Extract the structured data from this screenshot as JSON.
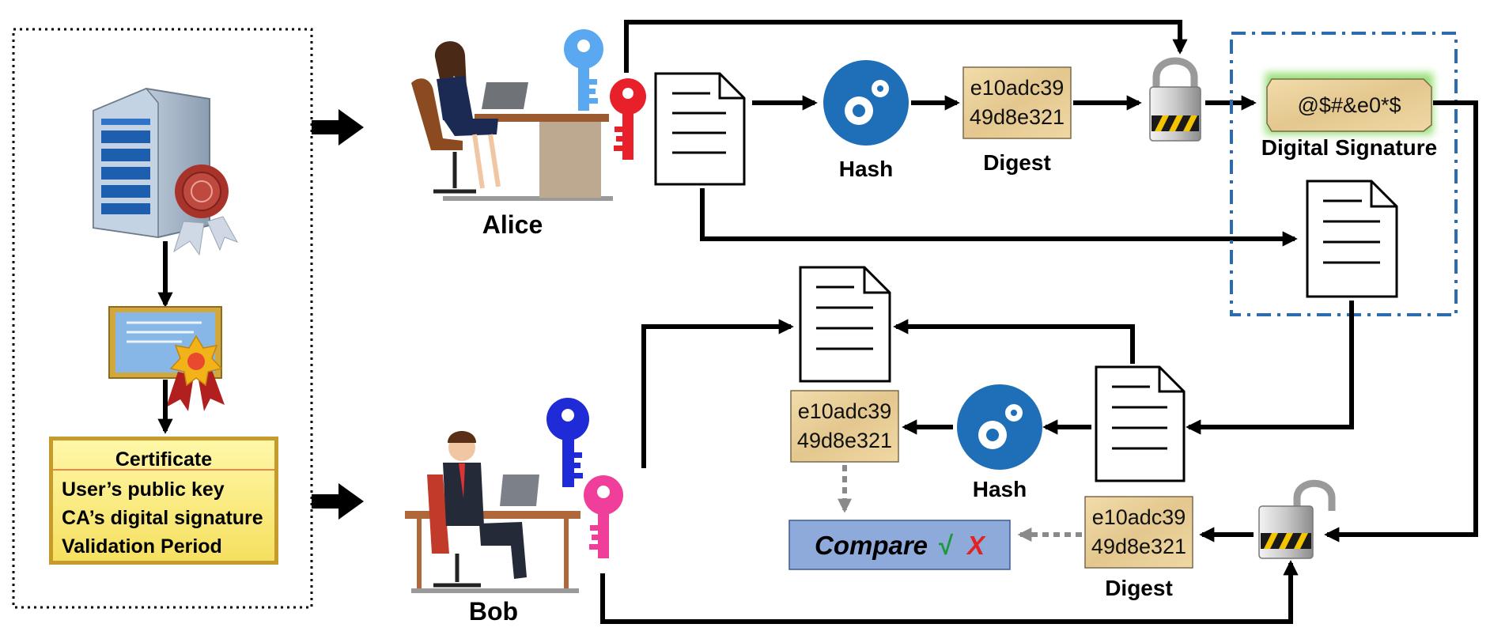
{
  "colors": {
    "arrow": "#000000",
    "dashed_border": "#2b6cb0",
    "parchment": "#e8cf9a",
    "signature_glow": "#7ed957",
    "hash_circle": "#1f6fb8",
    "compare_box": "#8eaadb",
    "certificate_fill": "#fff08a",
    "check": "#1a9a3a",
    "cross": "#e32222",
    "key_light_blue": "#5aa9f0",
    "key_red": "#e8202a",
    "key_dark_blue": "#1f2bd6",
    "key_pink": "#ef3f9a"
  },
  "certificate": {
    "title": "Certificate",
    "lines": [
      "User’s public key",
      "CA’s digital signature",
      "Validation Period"
    ]
  },
  "alice": {
    "name": "Alice"
  },
  "bob": {
    "name": "Bob"
  },
  "top": {
    "hash_label": "Hash",
    "digest_label": "Digest",
    "digest_line1": "e10adc39",
    "digest_line2": "49d8e321",
    "signature_value": "@$#&e0*$",
    "signature_label": "Digital Signature"
  },
  "bottom": {
    "hash_label": "Hash",
    "digest_label": "Digest",
    "computed_line1": "e10adc39",
    "computed_line2": "49d8e321",
    "decrypted_line1": "e10adc39",
    "decrypted_line2": "49d8e321",
    "compare_label": "Compare",
    "check_mark": "√",
    "cross_mark": "X"
  },
  "icons": [
    "server-icon",
    "wax-seal-icon",
    "certificate-card-icon",
    "award-ribbon-icon",
    "alice-at-desk-icon",
    "bob-at-desk-icon",
    "public-key-icon",
    "private-key-icon",
    "document-icon",
    "gears-icon",
    "padlock-closed-icon",
    "padlock-open-icon"
  ]
}
